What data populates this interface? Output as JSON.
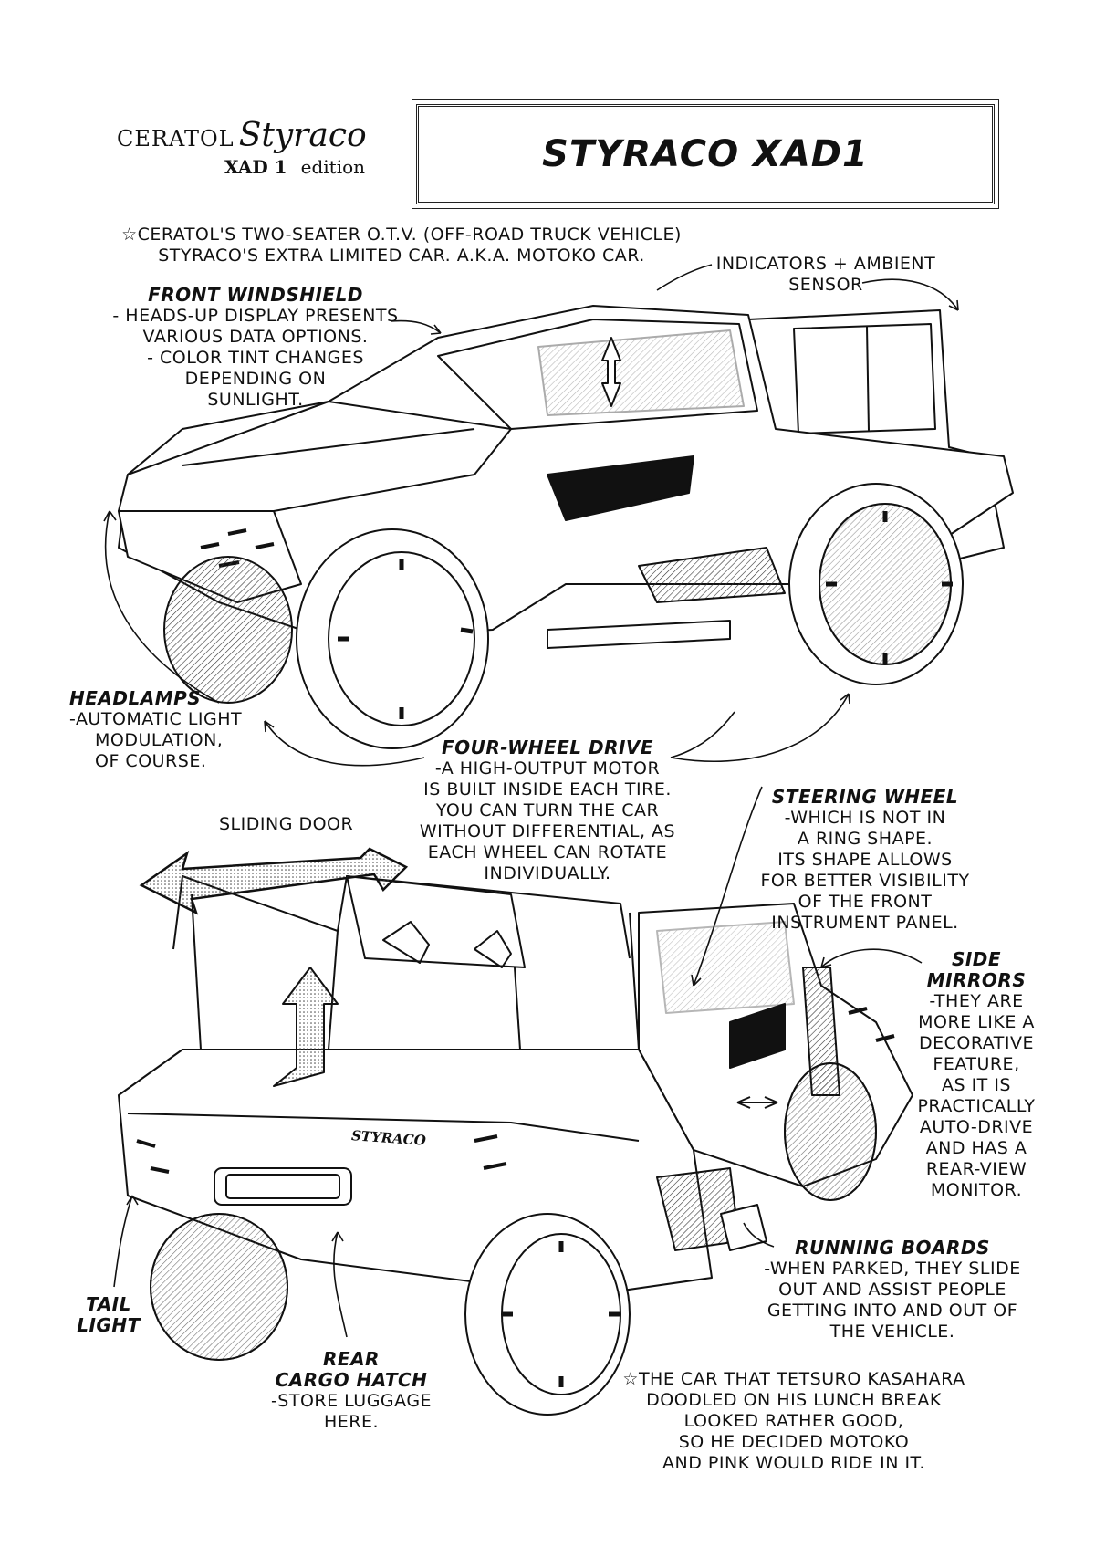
{
  "header": {
    "brand_line1": "CERATOL",
    "brand_script": "Styraco",
    "brand_line2_a": "XAD 1",
    "brand_line2_b": "edition",
    "title": "STYRACO XAD1"
  },
  "intro": [
    "☆CERATOL'S TWO-SEATER O.T.V. (OFF-ROAD TRUCK VEHICLE)",
    "STYRACO'S EXTRA LIMITED CAR. A.K.A. MOTOKO CAR."
  ],
  "indicators": [
    "INDICATORS + AMBIENT",
    "SENSOR"
  ],
  "windshield": {
    "title": "FRONT WINDSHIELD",
    "lines": [
      "- HEADS-UP DISPLAY PRESENTS",
      "VARIOUS DATA OPTIONS.",
      "- COLOR TINT CHANGES",
      "DEPENDING ON",
      "SUNLIGHT."
    ]
  },
  "headlamps": {
    "title": "HEADLAMPS",
    "lines": [
      "-AUTOMATIC LIGHT",
      "MODULATION,",
      "OF COURSE."
    ]
  },
  "fourwheel": {
    "title": "FOUR-WHEEL DRIVE",
    "lines": [
      "-A HIGH-OUTPUT MOTOR",
      "IS BUILT INSIDE EACH TIRE.",
      "YOU CAN TURN THE CAR",
      "WITHOUT DIFFERENTIAL, AS",
      "EACH WHEEL CAN ROTATE",
      "INDIVIDUALLY."
    ]
  },
  "steering": {
    "title": "STEERING WHEEL",
    "lines": [
      "-WHICH IS NOT IN",
      "A RING SHAPE.",
      "ITS SHAPE ALLOWS",
      "FOR BETTER VISIBILITY",
      "OF THE FRONT",
      "INSTRUMENT PANEL."
    ]
  },
  "sliding_door": "SLIDING DOOR",
  "mirrors": {
    "title_lines": [
      "SIDE",
      "MIRRORS"
    ],
    "lines": [
      "-THEY ARE",
      "MORE LIKE A",
      "DECORATIVE",
      "FEATURE,",
      "AS IT IS",
      "PRACTICALLY",
      "AUTO-DRIVE",
      "AND HAS A",
      "REAR-VIEW",
      "MONITOR."
    ]
  },
  "boards": {
    "title": "RUNNING BOARDS",
    "lines": [
      "-WHEN PARKED, THEY SLIDE",
      "OUT AND ASSIST PEOPLE",
      "GETTING INTO AND OUT OF",
      "THE VEHICLE."
    ]
  },
  "taillight": {
    "title_lines": [
      "TAIL",
      "LIGHT"
    ]
  },
  "cargo": {
    "title_lines": [
      "REAR",
      "CARGO HATCH"
    ],
    "lines": [
      "-STORE LUGGAGE",
      "HERE."
    ]
  },
  "closing": [
    "☆THE CAR THAT TETSURO KASAHARA",
    "DOODLED ON HIS LUNCH BREAK",
    "LOOKED RATHER GOOD,",
    "SO HE DECIDED MOTOKO",
    "AND PINK WOULD RIDE IN IT."
  ],
  "badge": "STYRACO"
}
